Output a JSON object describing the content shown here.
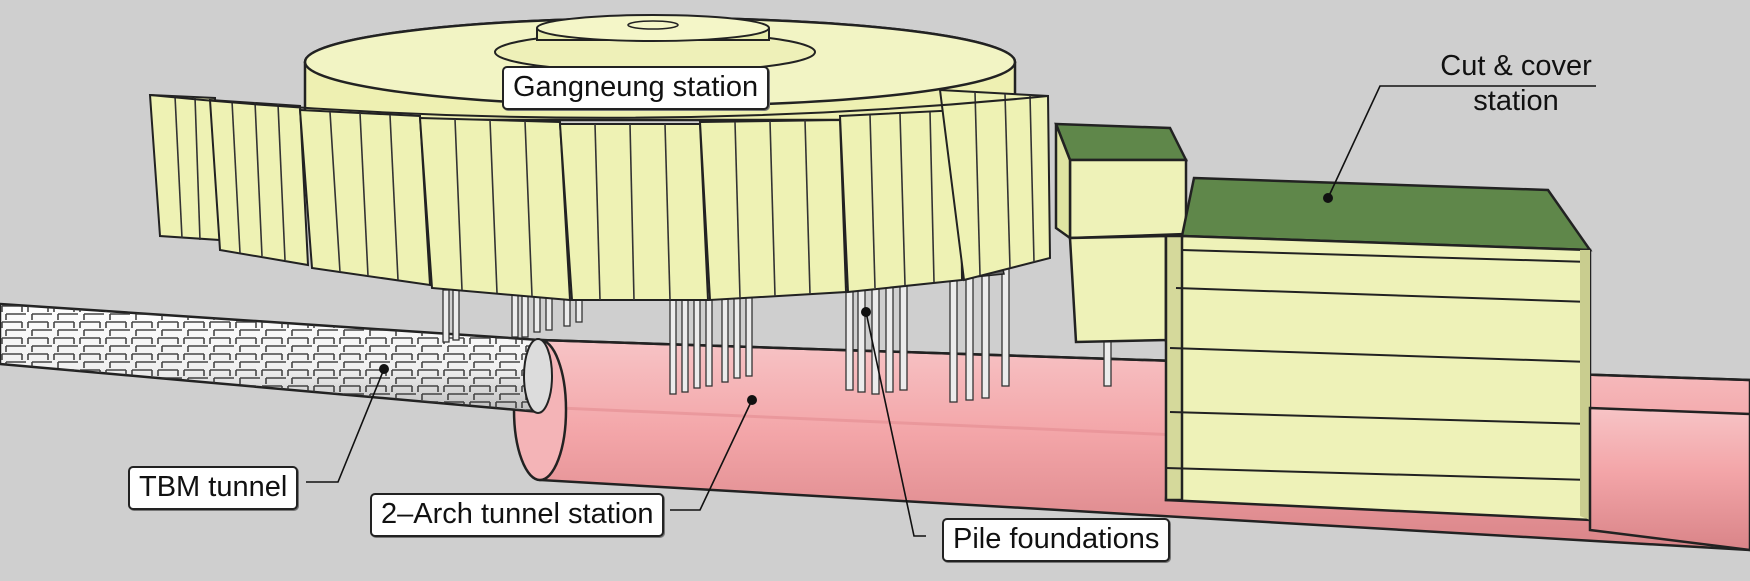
{
  "labels": {
    "gangneung_station": "Gangneung station",
    "cut_cover_line1": "Cut & cover",
    "cut_cover_line2": "station",
    "tbm_tunnel": "TBM tunnel",
    "arch_tunnel_station": "2–Arch tunnel station",
    "pile_foundations": "Pile foundations"
  },
  "colors": {
    "background": "#cfcfcf",
    "station_facade": "#eef2b4",
    "station_roof": "#f1f3bf",
    "cut_cover_roof": "#5f874a",
    "cut_cover_wall": "#eef2b8",
    "arch_tunnel": "#f2a3a6",
    "tbm_tunnel": "#f4f4f4",
    "piles": "#e6e6e6"
  }
}
